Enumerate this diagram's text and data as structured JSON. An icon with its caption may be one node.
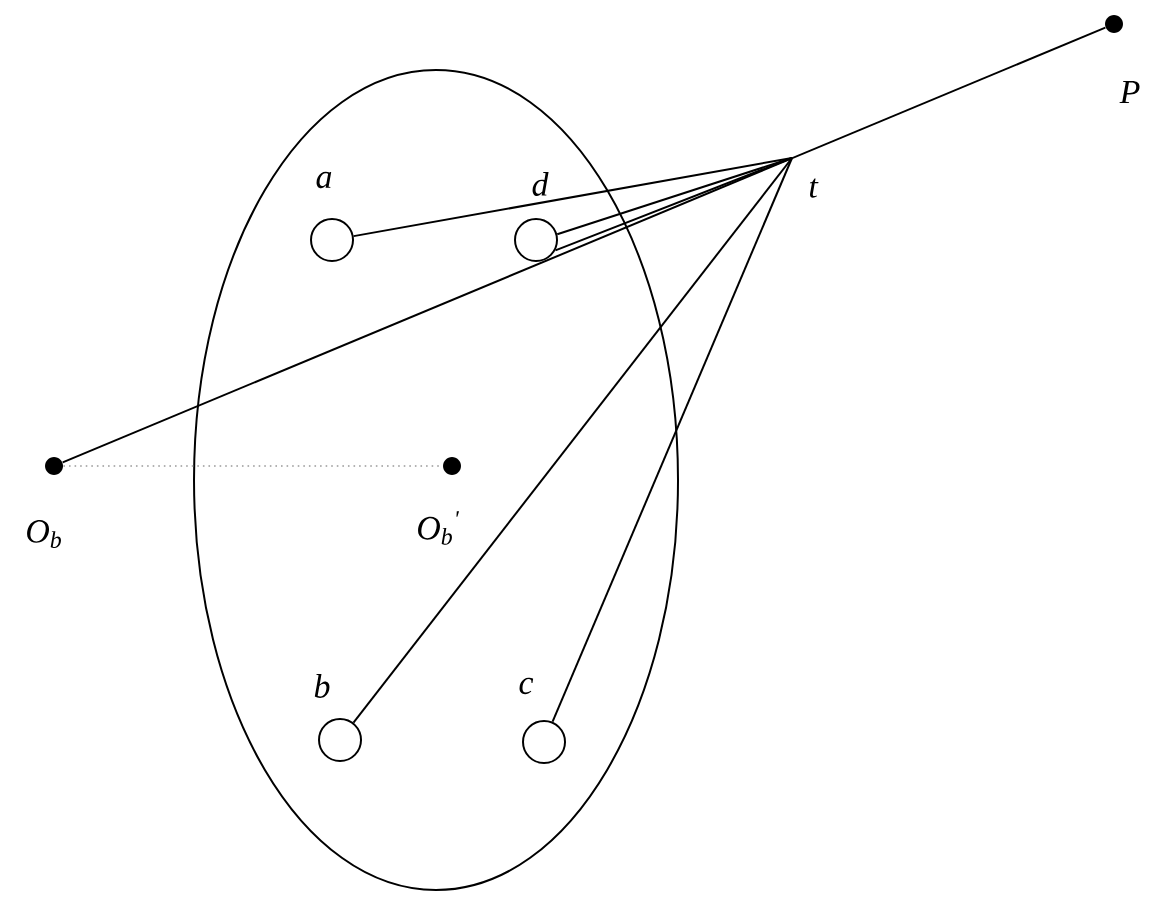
{
  "diagram": {
    "nodes": [
      {
        "text": [],
        "shape": "ellipse"
      },
      {
        "text": [],
        "shape": "circle",
        "in": 0,
        "beside": [
          "a"
        ]
      },
      {
        "text": [],
        "shape": "circle",
        "in": 0,
        "beside": [
          "d"
        ]
      },
      {
        "text": [
          "t"
        ]
      },
      {
        "text": [],
        "shape": "circle",
        "in": 0,
        "beside": [
          "b"
        ]
      },
      {
        "text": [],
        "shape": "circle",
        "in": 0,
        "beside": [
          "c"
        ]
      },
      {
        "text": [],
        "shape": "dot",
        "beside": [
          "O$_{b}$"
        ]
      },
      {
        "text": [],
        "shape": "dot",
        "in": 0,
        "beside": [
          "O$_{b}$$^{'}$"
        ]
      },
      {
        "text": [],
        "shape": "dot",
        "beside": [
          "P"
        ]
      }
    ],
    "edges": [
      {
        "from": 6,
        "to": 8,
        "arrow": "none"
      },
      {
        "from": 3,
        "to": 1,
        "arrow": "none"
      },
      {
        "from": 3,
        "to": 2,
        "arrow": "none"
      },
      {
        "from": 3,
        "to": 2,
        "arrow": "none"
      },
      {
        "from": 3,
        "to": 4,
        "arrow": "none"
      },
      {
        "from": 3,
        "to": 5,
        "arrow": "none"
      },
      {
        "from": 6,
        "to": 7,
        "arrow": "none",
        "style": "dashed",
        "color": "#999999"
      }
    ]
  }
}
